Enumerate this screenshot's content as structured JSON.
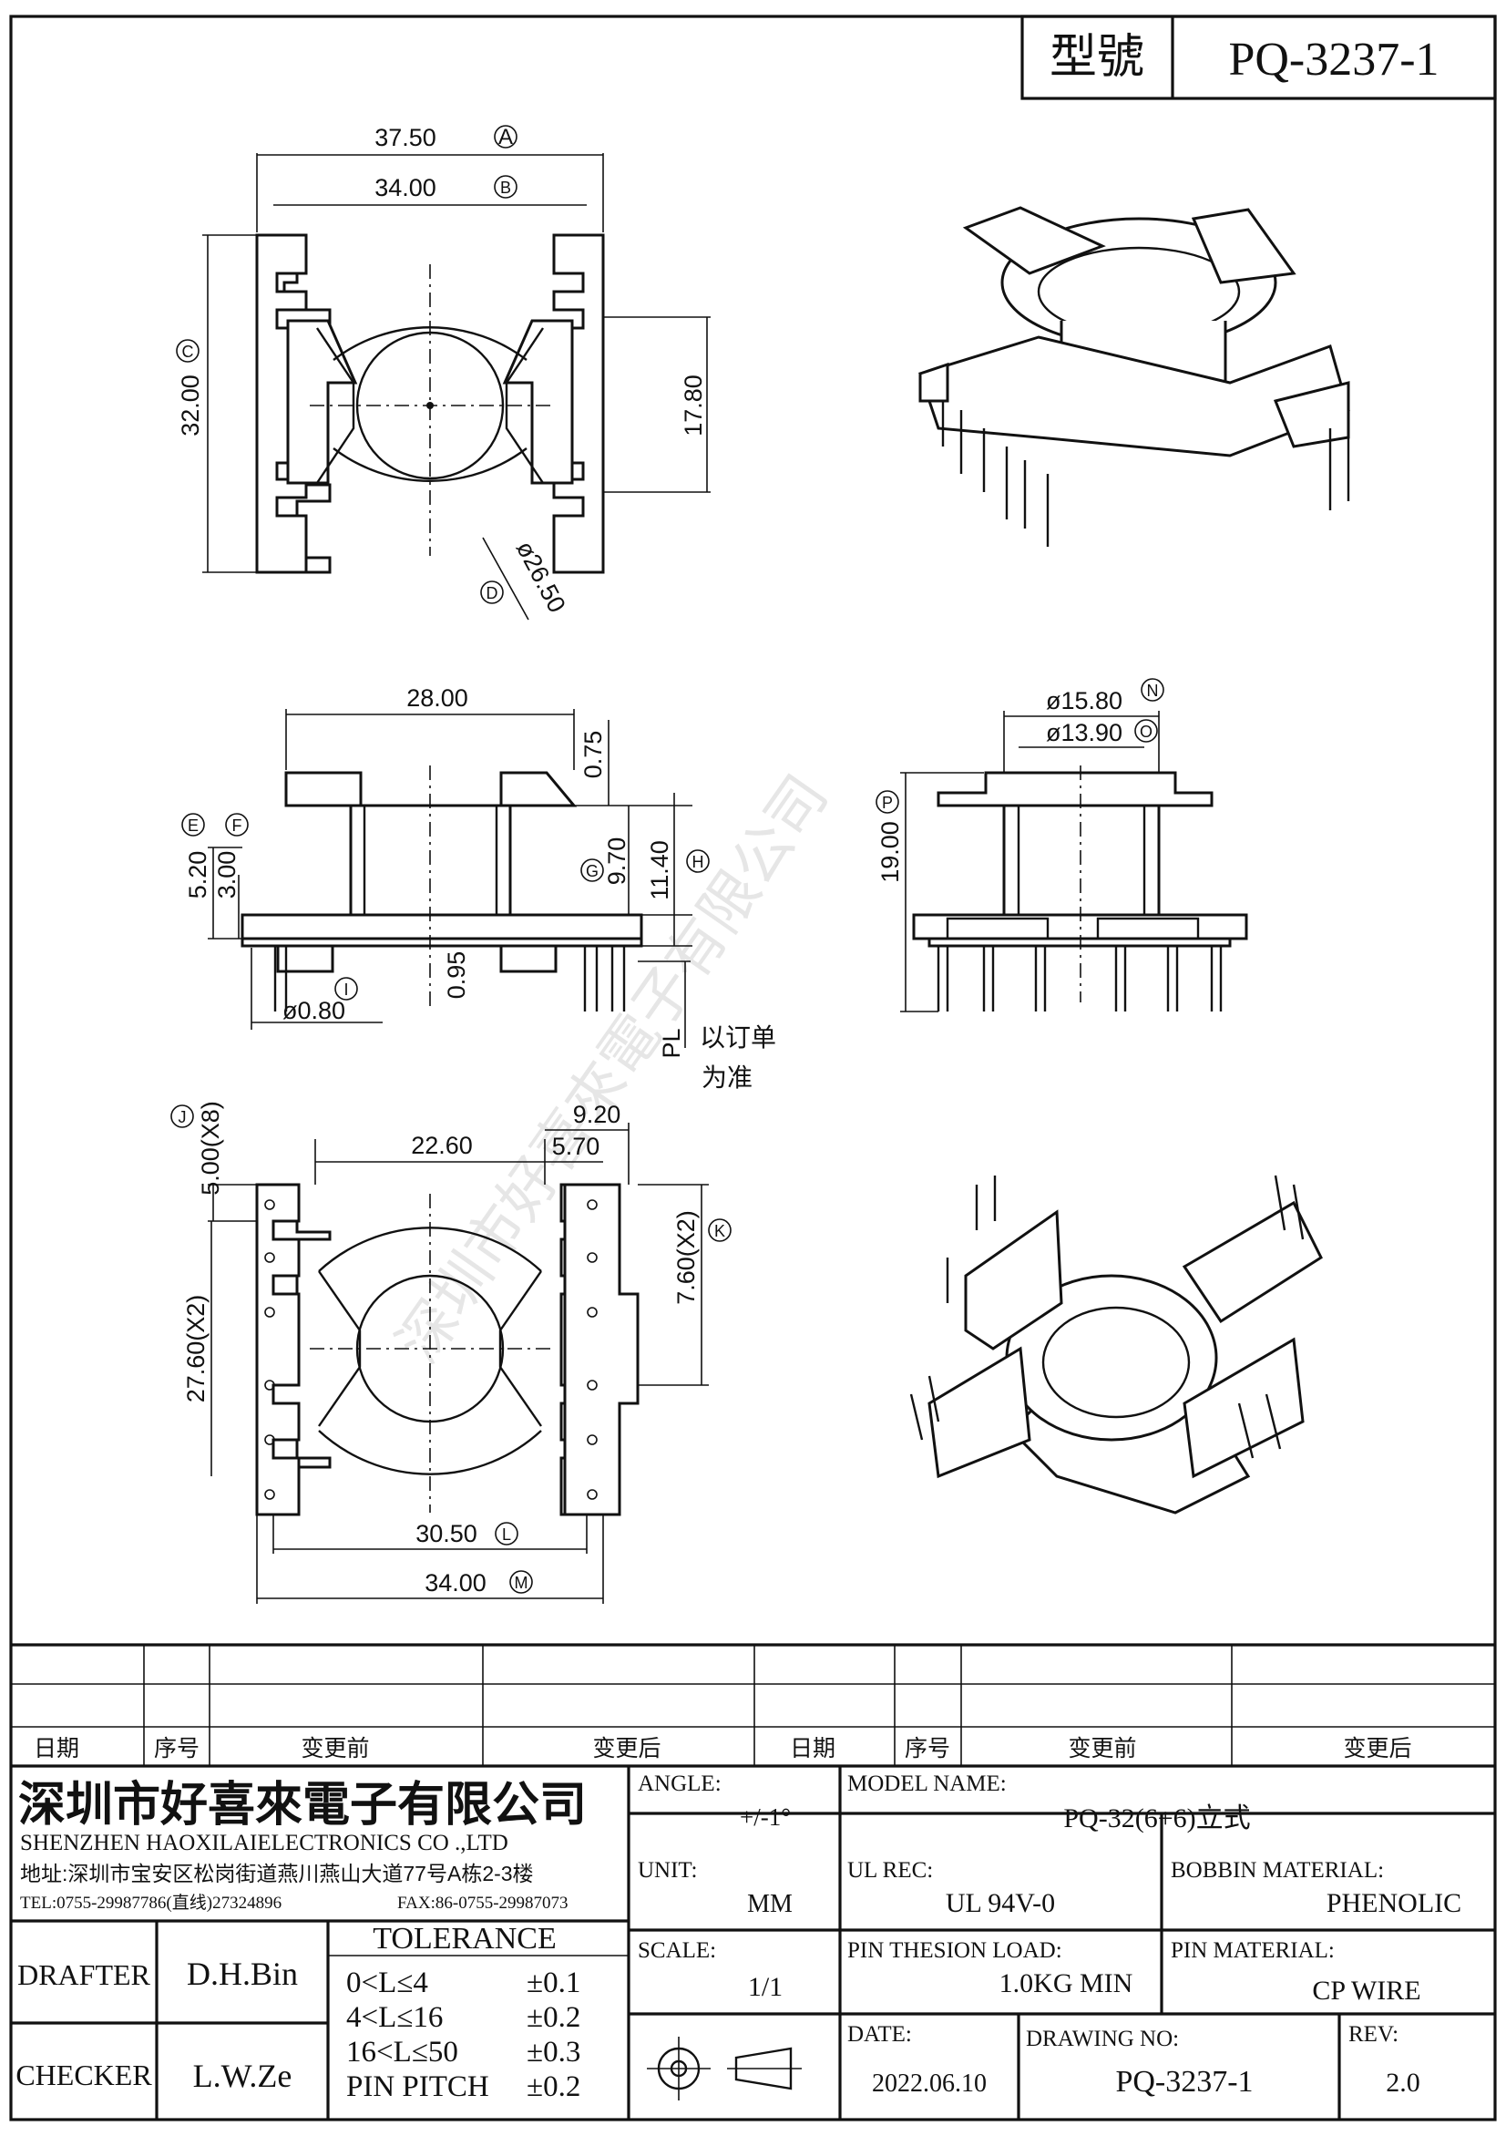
{
  "header": {
    "model_label": "型號",
    "model_value": "PQ-3237-1"
  },
  "top_view": {
    "dim_a": "37.50",
    "dim_a_tag": "A",
    "dim_b": "34.00",
    "dim_b_tag": "B",
    "dim_c": "32.00",
    "dim_c_tag": "C",
    "dim_right": "17.80",
    "dim_d": "ø26.50",
    "dim_d_tag": "D"
  },
  "front_view": {
    "dim_width": "28.00",
    "dim_flange": "0.75",
    "dim_e": "5.20",
    "dim_e_tag": "E",
    "dim_f": "3.00",
    "dim_f_tag": "F",
    "dim_g": "9.70",
    "dim_g_tag": "G",
    "dim_h": "11.40",
    "dim_h_tag": "H",
    "dim_base": "0.95",
    "dim_pin": "ø0.80",
    "dim_pin_tag": "I",
    "pl_label": "PL",
    "pl_note_1": "以订单",
    "pl_note_2": "为准"
  },
  "side_view": {
    "dim_n": "ø15.80",
    "dim_n_tag": "N",
    "dim_o": "ø13.90",
    "dim_o_tag": "O",
    "dim_p": "19.00",
    "dim_p_tag": "P"
  },
  "bottom_view": {
    "dim_j": "5.00(X8)",
    "dim_j_tag": "J",
    "dim_920": "9.20",
    "dim_2260": "22.60",
    "dim_570": "5.70",
    "dim_k": "7.60(X2)",
    "dim_k_tag": "K",
    "dim_2760": "27.60(X2)",
    "dim_l": "30.50",
    "dim_l_tag": "L",
    "dim_m": "34.00",
    "dim_m_tag": "M"
  },
  "watermark": "深圳市好喜來電子有限公司",
  "revision_table": {
    "headers": [
      "日期",
      "序号",
      "变更前",
      "变更后",
      "日期",
      "序号",
      "变更前",
      "变更后"
    ]
  },
  "title_block": {
    "company_cn": "深圳市好喜來電子有限公司",
    "company_en": "SHENZHEN HAOXILAIELECTRONICS CO .,LTD",
    "address": "地址:深圳市宝安区松岗街道燕川燕山大道77号A栋2-3楼",
    "tel": "TEL:0755-29987786(直线)27324896",
    "fax": "FAX:86-0755-29987073",
    "angle_label": "ANGLE:",
    "angle_value": "+/-1°",
    "model_name_label": "MODEL NAME:",
    "model_name_value": "PQ-32(6+6)立式",
    "unit_label": "UNIT:",
    "unit_value": "MM",
    "ul_label": "UL REC:",
    "ul_value": "UL 94V-0",
    "bobbin_label": "BOBBIN MATERIAL:",
    "bobbin_value": "PHENOLIC",
    "scale_label": "SCALE:",
    "scale_value": "1/1",
    "pin_load_label": "PIN THESION LOAD:",
    "pin_load_value": "1.0KG MIN",
    "pin_material_label": "PIN MATERIAL:",
    "pin_material_value": "CP  WIRE",
    "date_label": "DATE:",
    "date_value": "2022.06.10",
    "drawing_no_label": "DRAWING NO:",
    "drawing_no_value": "PQ-3237-1",
    "rev_label": "REV:",
    "rev_value": "2.0",
    "drafter_label": "DRAFTER",
    "drafter_value": "D.H.Bin",
    "checker_label": "CHECKER",
    "checker_value": "L.W.Ze",
    "tolerance_title": "TOLERANCE",
    "tolerances": [
      {
        "range": "0<L≤4",
        "value": "±0.1"
      },
      {
        "range": "4<L≤16",
        "value": "±0.2"
      },
      {
        "range": "16<L≤50",
        "value": "±0.3"
      },
      {
        "range": "PIN PITCH",
        "value": "±0.2"
      }
    ]
  }
}
